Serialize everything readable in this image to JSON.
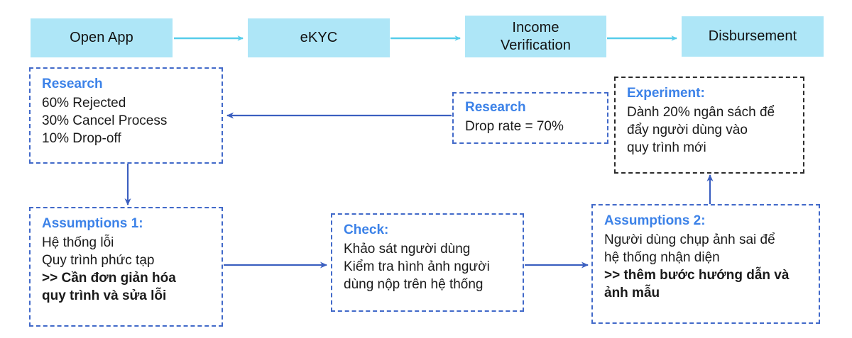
{
  "diagram": {
    "title_flow": "Loan application funnel with research, assumptions and experiment annotations",
    "colors": {
      "stage_fill": "#AEE6F7",
      "stage_arrow": "#56CDEA",
      "note_border": "#4169C9",
      "note_border_dark": "#2b2b2b",
      "heading_blue": "#3C82E8",
      "body_text": "#1a1a1a",
      "connector_blue": "#4169C9"
    },
    "stages": [
      {
        "id": "open-app",
        "label": "Open App"
      },
      {
        "id": "ekyc",
        "label": "eKYC"
      },
      {
        "id": "income-verification",
        "label_line1": "Income",
        "label_line2": "Verification"
      },
      {
        "id": "disbursement",
        "label": "Disbursement"
      }
    ],
    "notes": {
      "research_left": {
        "heading": "Research",
        "lines": [
          "60% Rejected",
          "30% Cancel Process",
          "10% Drop-off"
        ]
      },
      "research_middle": {
        "heading": "Research",
        "lines": [
          "Drop rate = 70%"
        ]
      },
      "experiment": {
        "heading": "Experiment:",
        "lines": [
          "Dành 20% ngân sách để",
          "đẩy người dùng vào",
          "quy trình mới"
        ]
      },
      "assumptions_1": {
        "heading": "Assumptions 1:",
        "lines": [
          "Hệ thống lỗi",
          "Quy trình phức tạp"
        ],
        "bold_lines": [
          ">> Cần đơn giản hóa",
          "quy trình và sửa lỗi"
        ]
      },
      "check": {
        "heading": "Check:",
        "lines": [
          "Khảo sát người dùng",
          "Kiểm tra hình ảnh người",
          "dùng nộp trên hệ thống"
        ]
      },
      "assumptions_2": {
        "heading": "Assumptions 2:",
        "lines": [
          "Người dùng chụp ảnh sai để",
          "hệ thống nhận diện"
        ],
        "bold_lines": [
          ">> thêm bước hướng dẫn và",
          "ảnh mẫu"
        ]
      }
    },
    "connectors": [
      {
        "id": "open-app-to-ekyc",
        "type": "arrow-right",
        "style": "cyan"
      },
      {
        "id": "ekyc-to-income-verification",
        "type": "arrow-right",
        "style": "cyan"
      },
      {
        "id": "income-verification-to-disbursement",
        "type": "arrow-right",
        "style": "cyan"
      },
      {
        "id": "research-middle-to-research-left",
        "type": "arrow-left",
        "style": "blue"
      },
      {
        "id": "research-left-to-assumptions-1",
        "type": "arrow-down",
        "style": "blue"
      },
      {
        "id": "assumptions-1-to-check",
        "type": "arrow-right",
        "style": "blue"
      },
      {
        "id": "check-to-assumptions-2",
        "type": "arrow-right",
        "style": "blue"
      },
      {
        "id": "assumptions-2-to-experiment",
        "type": "arrow-up",
        "style": "blue"
      }
    ]
  }
}
